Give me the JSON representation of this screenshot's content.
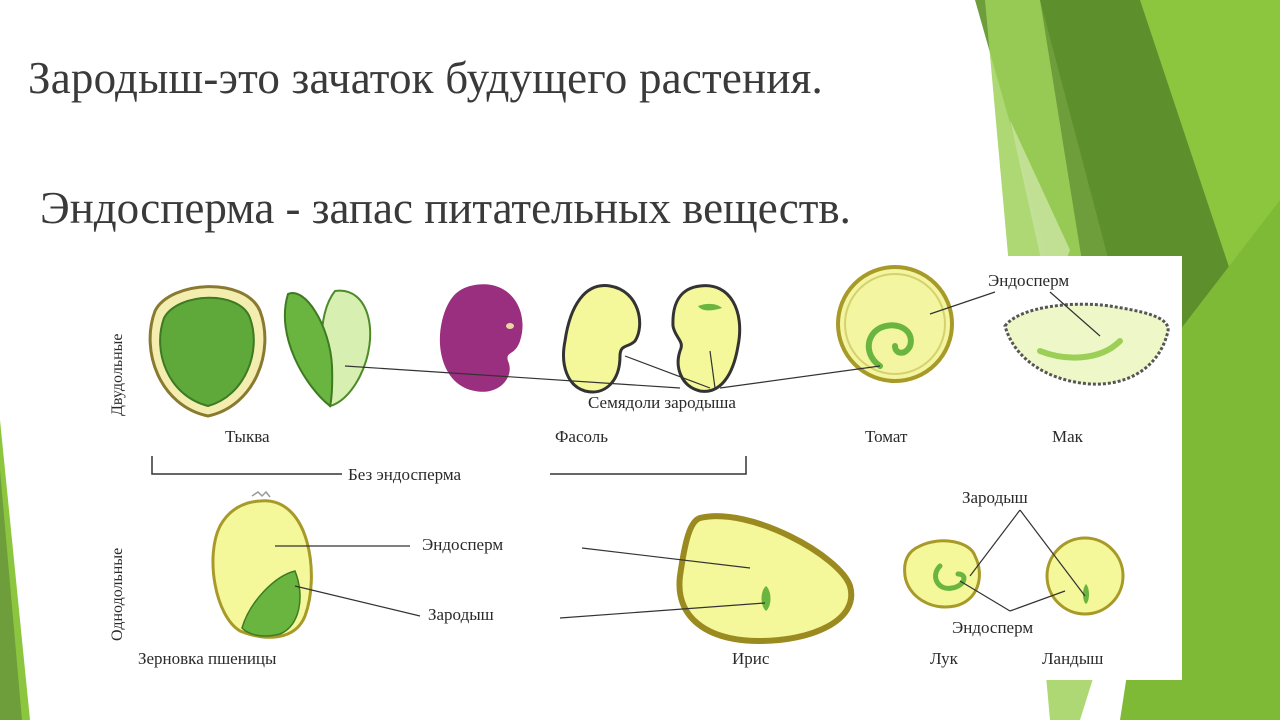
{
  "slide": {
    "title": "Зародыш-это зачаток будущего растения.",
    "subtitle": "Эндосперма - запас питательных веществ."
  },
  "figure": {
    "row_labels": {
      "dicots": "Двудольные",
      "monocots": "Однодольные"
    },
    "labels": {
      "pumpkin": "Тыква",
      "bean": "Фасоль",
      "tomato": "Томат",
      "poppy": "Мак",
      "cotyledons": "Семядоли зародыша",
      "endosperm_top": "Эндосперм",
      "no_endosperm": "Без эндосперма",
      "endosperm_mid": "Эндосперм",
      "embryo_mid": "Зародыш",
      "wheat": "Зерновка пшеницы",
      "iris": "Ирис",
      "embryo_right": "Зародыш",
      "endosperm_right": "Эндосперм",
      "onion": "Лук",
      "lily": "Ландыш"
    }
  },
  "colors": {
    "green_dark": "#5d8f2c",
    "green_light": "#8cc63f",
    "green_pale": "#b5d986",
    "seed_yellow": "#f4f79a",
    "seed_green": "#5fa83a",
    "bean_purple": "#9a2f7f"
  }
}
